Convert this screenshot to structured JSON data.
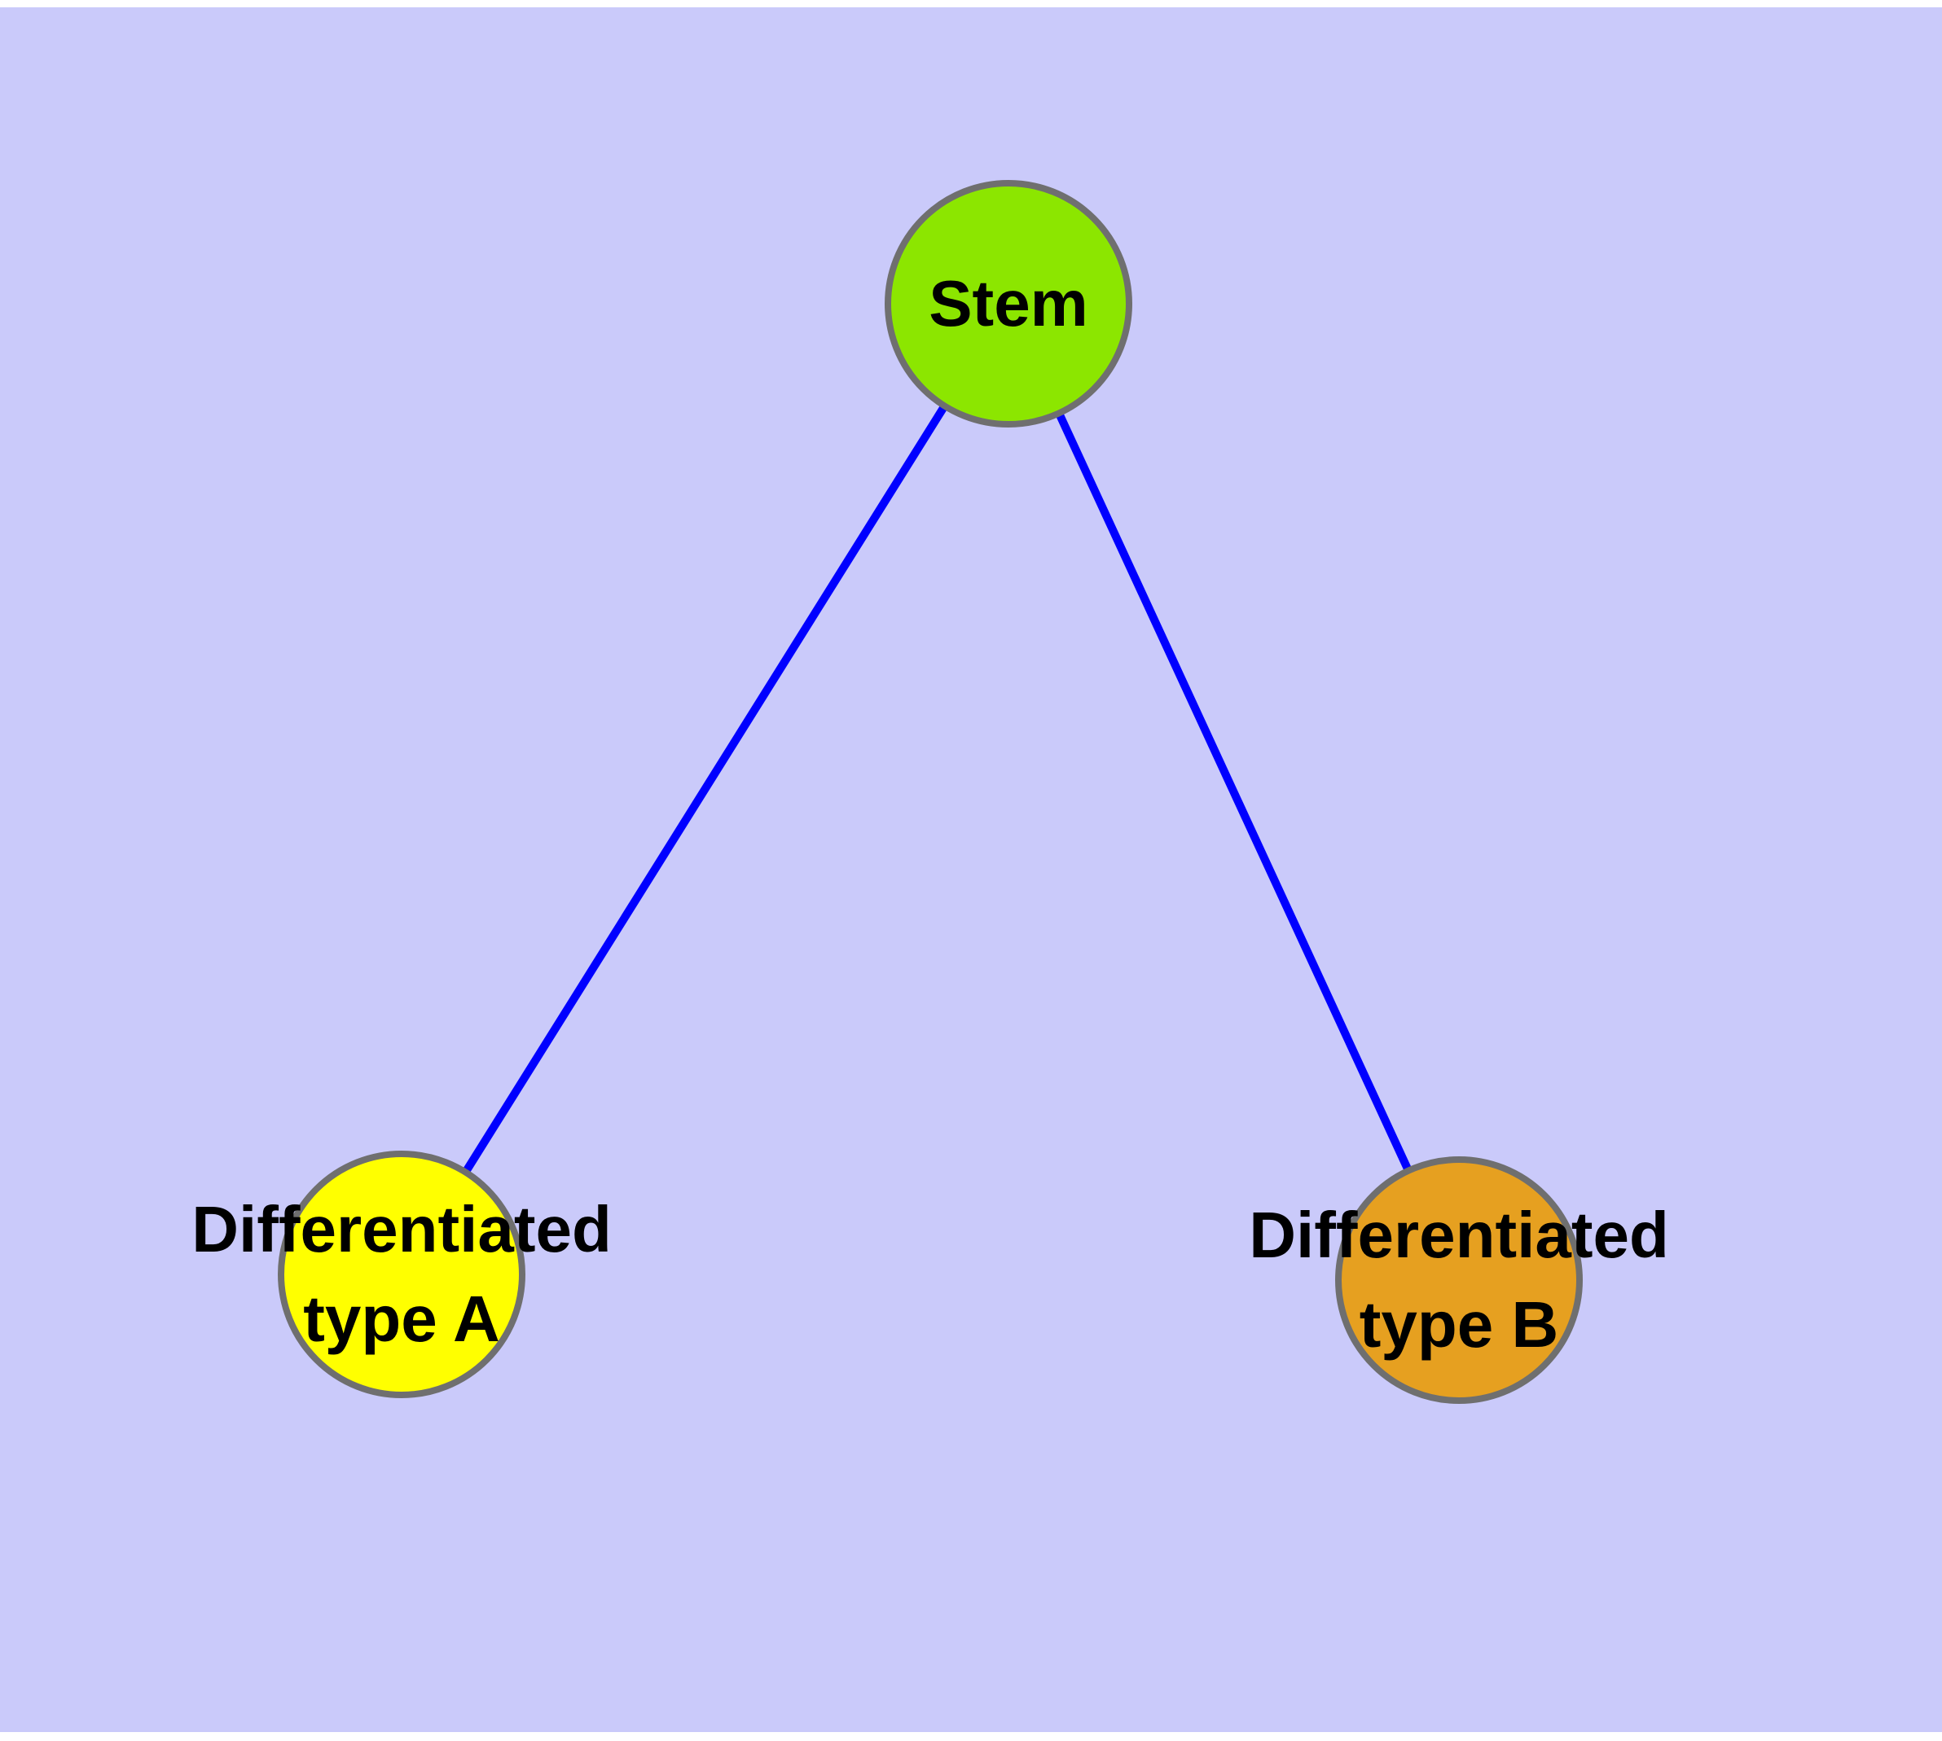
{
  "canvas": {
    "page_background": "#FFFFFF",
    "plot_background": "#CACAFA"
  },
  "graph": {
    "type": "node-link-diagram",
    "edge_color": "#0000FF",
    "node_border_color": "#6F6F6F",
    "label_color": "#000000",
    "nodes": [
      {
        "id": "stem",
        "label": "Stem",
        "label_lines": [
          "Stem"
        ],
        "fill": "#8CE600"
      },
      {
        "id": "type-a",
        "label": "Differentiated type A",
        "label_lines": [
          "Differentiated",
          "type A"
        ],
        "fill": "#FFFF00"
      },
      {
        "id": "type-b",
        "label": "Differentiated type B",
        "label_lines": [
          "Differentiated",
          "type B"
        ],
        "fill": "#E6A020"
      }
    ],
    "edges": [
      {
        "from": "Stem",
        "to": "Differentiated type A"
      },
      {
        "from": "Stem",
        "to": "Differentiated type B"
      }
    ]
  }
}
